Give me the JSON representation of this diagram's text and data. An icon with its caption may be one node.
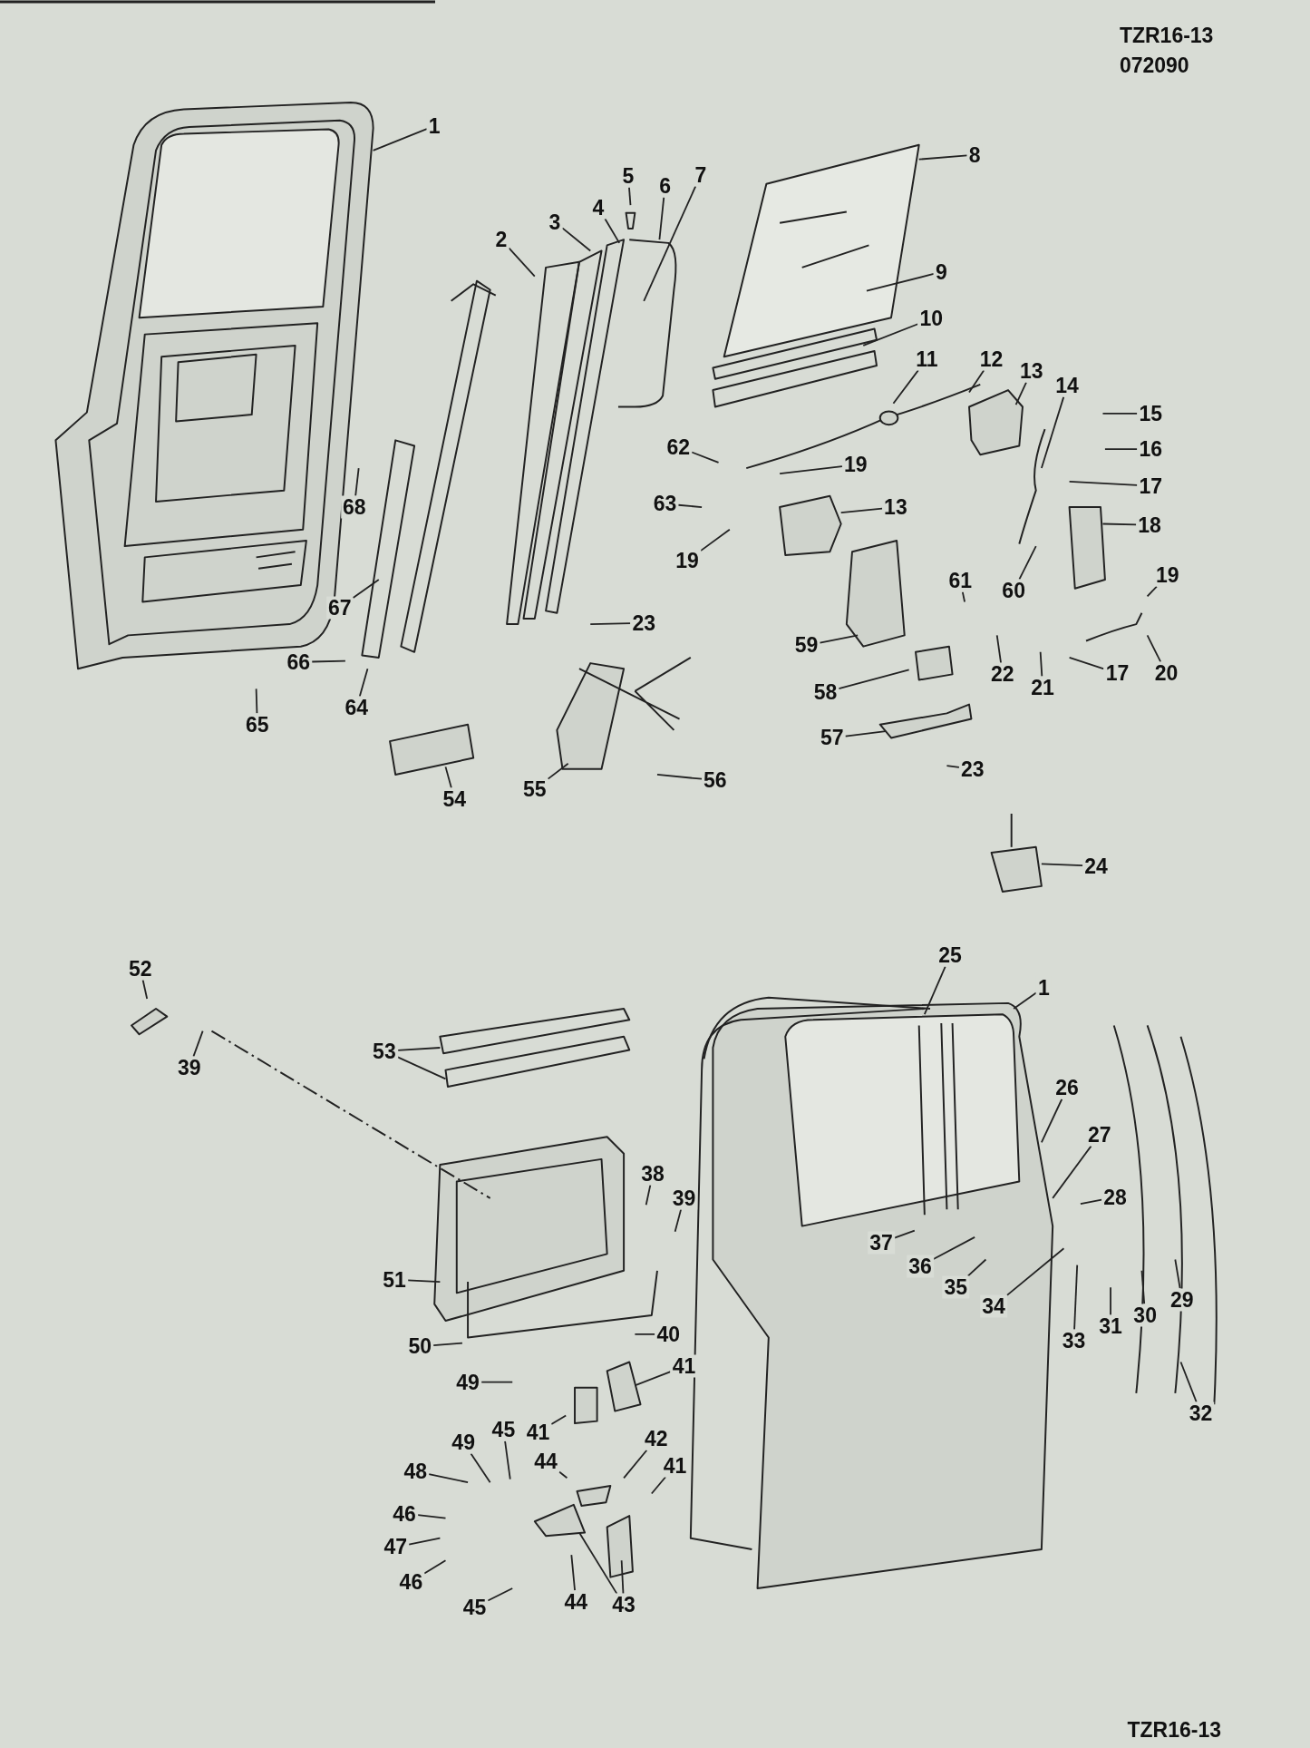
{
  "diagram": {
    "nodes": [
      {
        "text": [
          "1"
        ]
      },
      {
        "text": [
          "2"
        ]
      },
      {
        "text": [
          "3"
        ]
      },
      {
        "text": [
          "4"
        ]
      },
      {
        "text": [
          "5"
        ]
      },
      {
        "text": [
          "6"
        ]
      },
      {
        "text": [
          "7"
        ]
      },
      {
        "text": [
          "8"
        ]
      },
      {
        "text": [
          "9"
        ]
      },
      {
        "text": [
          "10"
        ]
      },
      {
        "text": [
          "11"
        ]
      },
      {
        "text": [
          "12"
        ]
      },
      {
        "text": [
          "13"
        ]
      },
      {
        "text": [
          "14"
        ]
      },
      {
        "text": [
          "15"
        ]
      },
      {
        "text": [
          "62"
        ]
      },
      {
        "text": [
          "16"
        ]
      },
      {
        "text": [
          "19"
        ]
      },
      {
        "text": [
          "17"
        ]
      },
      {
        "text": [
          "68"
        ]
      },
      {
        "text": [
          "63"
        ]
      },
      {
        "text": [
          "13"
        ]
      },
      {
        "text": [
          "18"
        ]
      },
      {
        "text": [
          "19"
        ]
      },
      {
        "text": [
          "19"
        ]
      },
      {
        "text": [
          "61"
        ]
      },
      {
        "text": [
          "60"
        ]
      },
      {
        "text": [
          "67"
        ]
      },
      {
        "text": [
          "23"
        ]
      },
      {
        "text": [
          "59"
        ]
      },
      {
        "text": [
          "66"
        ]
      },
      {
        "text": [
          "17"
        ]
      },
      {
        "text": [
          "20"
        ]
      },
      {
        "text": [
          "22"
        ]
      },
      {
        "text": [
          "21"
        ]
      },
      {
        "text": [
          "58"
        ]
      },
      {
        "text": [
          "64"
        ]
      },
      {
        "text": [
          "65"
        ]
      },
      {
        "text": [
          "57"
        ]
      },
      {
        "text": [
          "23"
        ]
      },
      {
        "text": [
          "56"
        ]
      },
      {
        "text": [
          "55"
        ]
      },
      {
        "text": [
          "54"
        ]
      },
      {
        "text": [
          "24"
        ]
      },
      {
        "text": [
          "25"
        ]
      },
      {
        "text": [
          "52"
        ]
      },
      {
        "text": [
          "1"
        ]
      },
      {
        "text": [
          "53"
        ]
      },
      {
        "text": [
          "39"
        ]
      },
      {
        "text": [
          "26"
        ]
      },
      {
        "text": [
          "27"
        ]
      },
      {
        "text": [
          "38"
        ]
      },
      {
        "text": [
          "28"
        ]
      },
      {
        "text": [
          "39"
        ]
      },
      {
        "text": [
          "37"
        ]
      },
      {
        "text": [
          "36"
        ]
      },
      {
        "text": [
          "51"
        ]
      },
      {
        "text": [
          "35"
        ]
      },
      {
        "text": [
          "29"
        ]
      },
      {
        "text": [
          "34"
        ]
      },
      {
        "text": [
          "30"
        ]
      },
      {
        "text": [
          "31"
        ]
      },
      {
        "text": [
          "40"
        ]
      },
      {
        "text": [
          "33"
        ]
      },
      {
        "text": [
          "50"
        ]
      },
      {
        "text": [
          "41"
        ]
      },
      {
        "text": [
          "49"
        ]
      },
      {
        "text": [
          "32"
        ]
      },
      {
        "text": [
          "45"
        ]
      },
      {
        "text": [
          "41"
        ]
      },
      {
        "text": [
          "42"
        ]
      },
      {
        "text": [
          "49"
        ]
      },
      {
        "text": [
          "44"
        ]
      },
      {
        "text": [
          "41"
        ]
      },
      {
        "text": [
          "48"
        ]
      },
      {
        "text": [
          "46"
        ]
      },
      {
        "text": [
          "47"
        ]
      },
      {
        "text": [
          "46"
        ]
      },
      {
        "text": [
          "44"
        ]
      },
      {
        "text": [
          "43"
        ]
      },
      {
        "text": [
          "45"
        ]
      }
    ],
    "edges": [
      {
        "from": 0,
        "to": null,
        "arrow": "none"
      },
      {
        "from": 1,
        "to": null,
        "arrow": "none"
      },
      {
        "from": 2,
        "to": null,
        "arrow": "none"
      },
      {
        "from": 3,
        "to": null,
        "arrow": "none"
      },
      {
        "from": 4,
        "to": null,
        "arrow": "none"
      },
      {
        "from": 5,
        "to": null,
        "arrow": "none"
      },
      {
        "from": 6,
        "to": null,
        "arrow": "none"
      },
      {
        "from": 7,
        "to": null,
        "arrow": "none"
      },
      {
        "from": 8,
        "to": null,
        "arrow": "none"
      },
      {
        "from": 9,
        "to": null,
        "arrow": "none"
      },
      {
        "from": 10,
        "to": null,
        "arrow": "none"
      },
      {
        "from": 11,
        "to": null,
        "arrow": "none"
      },
      {
        "from": 12,
        "to": null,
        "arrow": "none"
      },
      {
        "from": 13,
        "to": null,
        "arrow": "none"
      },
      {
        "from": 14,
        "to": null,
        "arrow": "none"
      },
      {
        "from": 15,
        "to": null,
        "arrow": "none"
      },
      {
        "from": 16,
        "to": null,
        "arrow": "none"
      },
      {
        "from": 17,
        "to": null,
        "arrow": "none"
      },
      {
        "from": 18,
        "to": null,
        "arrow": "none"
      },
      {
        "from": 19,
        "to": null,
        "arrow": "none"
      },
      {
        "from": 20,
        "to": null,
        "arrow": "none"
      },
      {
        "from": 21,
        "to": null,
        "arrow": "none"
      },
      {
        "from": 22,
        "to": null,
        "arrow": "none"
      },
      {
        "from": 23,
        "to": null,
        "arrow": "none"
      },
      {
        "from": 24,
        "to": null,
        "arrow": "none"
      },
      {
        "from": 25,
        "to": null,
        "arrow": "none"
      },
      {
        "from": 26,
        "to": null,
        "arrow": "none"
      },
      {
        "from": 27,
        "to": null,
        "arrow": "none"
      },
      {
        "from": 28,
        "to": null,
        "arrow": "none"
      },
      {
        "from": 29,
        "to": null,
        "arrow": "none"
      },
      {
        "from": 30,
        "to": null,
        "arrow": "none"
      },
      {
        "from": 31,
        "to": null,
        "arrow": "none"
      },
      {
        "from": 32,
        "to": null,
        "arrow": "none"
      },
      {
        "from": 33,
        "to": null,
        "arrow": "none"
      },
      {
        "from": 34,
        "to": null,
        "arrow": "none"
      },
      {
        "from": 35,
        "to": null,
        "arrow": "none"
      },
      {
        "from": 36,
        "to": null,
        "arrow": "none"
      },
      {
        "from": 37,
        "to": null,
        "arrow": "none"
      },
      {
        "from": 38,
        "to": null,
        "arrow": "none"
      },
      {
        "from": 39,
        "to": null,
        "arrow": "none"
      },
      {
        "from": 40,
        "to": null,
        "arrow": "none"
      },
      {
        "from": 41,
        "to": null,
        "arrow": "none"
      },
      {
        "from": 42,
        "to": null,
        "arrow": "none"
      },
      {
        "from": 43,
        "to": null,
        "arrow": "none"
      },
      {
        "from": 44,
        "to": null,
        "arrow": "none"
      },
      {
        "from": 45,
        "to": null,
        "arrow": "none"
      },
      {
        "from": 46,
        "to": null,
        "arrow": "none"
      },
      {
        "from": 47,
        "to": null,
        "arrow": "none"
      },
      {
        "from": 47,
        "to": null,
        "arrow": "none"
      },
      {
        "from": 48,
        "to": null,
        "arrow": "none"
      },
      {
        "from": 49,
        "to": null,
        "arrow": "none"
      },
      {
        "from": 50,
        "to": null,
        "arrow": "none"
      },
      {
        "from": 51,
        "to": null,
        "arrow": "none"
      },
      {
        "from": 52,
        "to": null,
        "arrow": "none"
      },
      {
        "from": 53,
        "to": null,
        "arrow": "none"
      },
      {
        "from": 54,
        "to": null,
        "arrow": "none"
      },
      {
        "from": 55,
        "to": null,
        "arrow": "none"
      },
      {
        "from": 56,
        "to": null,
        "arrow": "none"
      },
      {
        "from": 57,
        "to": null,
        "arrow": "none"
      },
      {
        "from": 58,
        "to": null,
        "arrow": "none"
      },
      {
        "from": 59,
        "to": null,
        "arrow": "none"
      },
      {
        "from": 60,
        "to": null,
        "arrow": "none"
      },
      {
        "from": 61,
        "to": null,
        "arrow": "none"
      },
      {
        "from": 62,
        "to": null,
        "arrow": "none"
      },
      {
        "from": 63,
        "to": null,
        "arrow": "none"
      },
      {
        "from": 64,
        "to": null,
        "arrow": "none"
      },
      {
        "from": 65,
        "to": null,
        "arrow": "none"
      },
      {
        "from": 66,
        "to": null,
        "arrow": "none"
      },
      {
        "from": 67,
        "to": null,
        "arrow": "none"
      },
      {
        "from": 68,
        "to": null,
        "arrow": "none"
      },
      {
        "from": 69,
        "to": null,
        "arrow": "none"
      },
      {
        "from": 70,
        "to": null,
        "arrow": "none"
      },
      {
        "from": 71,
        "to": null,
        "arrow": "none"
      },
      {
        "from": 72,
        "to": null,
        "arrow": "none"
      },
      {
        "from": 73,
        "to": null,
        "arrow": "none"
      },
      {
        "from": 74,
        "to": null,
        "arrow": "none"
      },
      {
        "from": 75,
        "to": null,
        "arrow": "none"
      },
      {
        "from": 76,
        "to": null,
        "arrow": "none"
      },
      {
        "from": 77,
        "to": null,
        "arrow": "none"
      },
      {
        "from": 78,
        "to": null,
        "arrow": "none"
      },
      {
        "from": 79,
        "to": null,
        "arrow": "none"
      },
      {
        "from": 79,
        "to": null,
        "arrow": "none"
      },
      {
        "from": 80,
        "to": null,
        "arrow": "none"
      }
    ],
    "labels": [
      "TZR16-13",
      "072090",
      "TZR16-13"
    ]
  }
}
